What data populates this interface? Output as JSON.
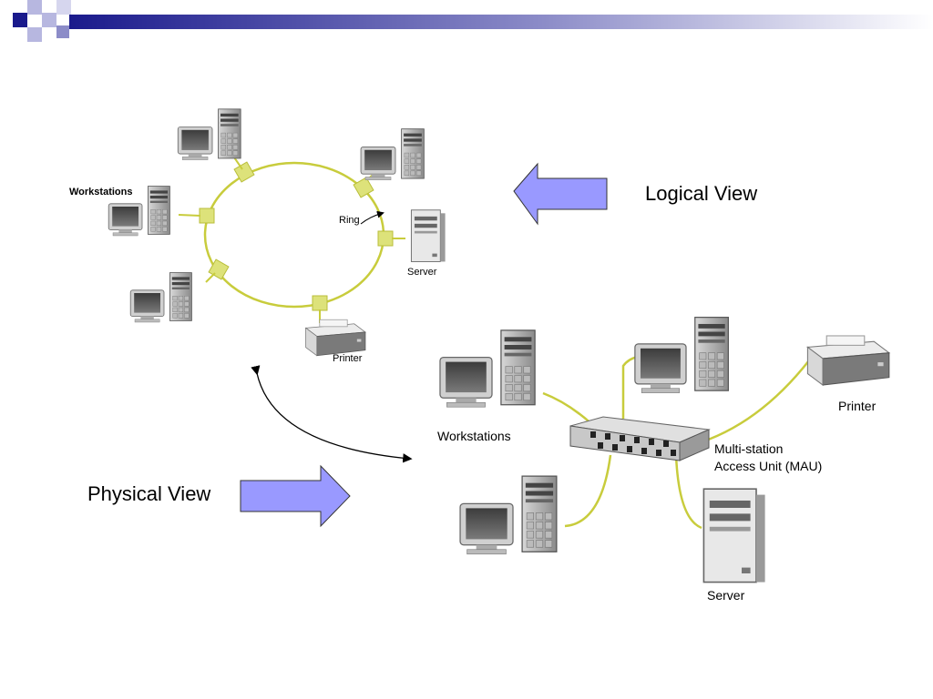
{
  "colors": {
    "header_dark": "#1a1a8c",
    "header_light": "#b7b7e0",
    "arrow_fill": "#9999ff",
    "cable": "#c8cc3c",
    "node": "#dde27a"
  },
  "labels": {
    "logical_view": "Logical View",
    "physical_view": "Physical View"
  },
  "logical": {
    "workstations": "Workstations",
    "ring": "Ring",
    "server": "Server",
    "printer": "Printer"
  },
  "physical": {
    "workstations": "Workstations",
    "printer": "Printer",
    "mau_line1": "Multi-station",
    "mau_line2": "Access Unit  (MAU)",
    "server": "Server"
  },
  "icons": [
    "workstation-icon",
    "server-icon",
    "printer-icon",
    "mau-hub-icon"
  ]
}
